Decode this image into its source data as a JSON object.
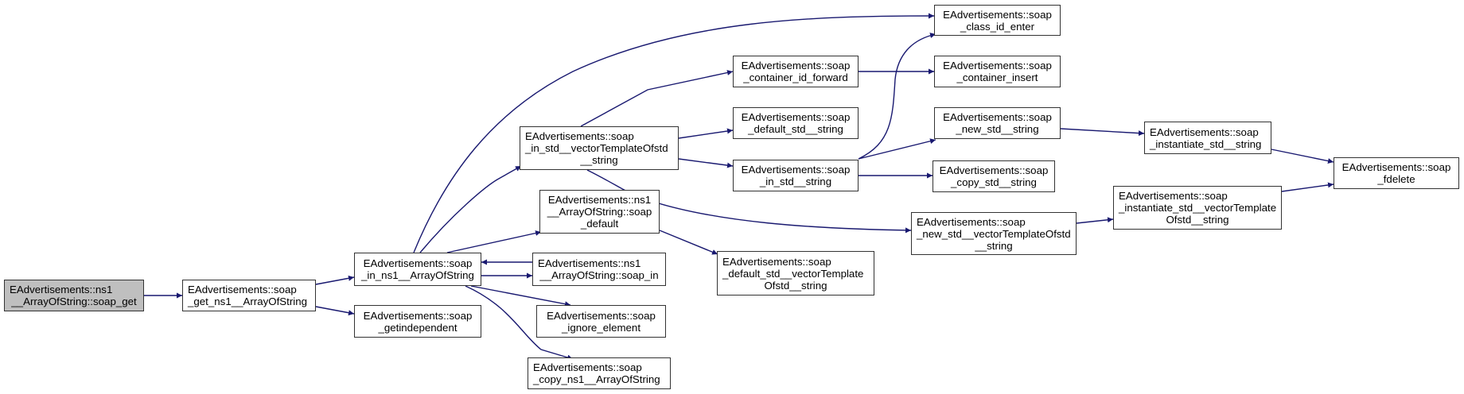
{
  "diagram": {
    "type": "call-graph",
    "edge_color": "#191970",
    "root_fill": "#bfbfbf",
    "node_fill": "#ffffff",
    "nodes": {
      "root": {
        "lines": [
          "EAdvertisements::ns1",
          "__ArrayOfString::soap_get"
        ],
        "align": [
          "l",
          "c"
        ]
      },
      "get_ns1": {
        "lines": [
          "EAdvertisements::soap",
          "_get_ns1__ArrayOfString"
        ],
        "align": [
          "l",
          "l"
        ]
      },
      "in_ns1": {
        "lines": [
          "EAdvertisements::soap",
          "_in_ns1__ArrayOfString"
        ],
        "align": [
          "c",
          "c"
        ]
      },
      "getindependent": {
        "lines": [
          "EAdvertisements::soap",
          "_getindependent"
        ],
        "align": [
          "c",
          "c"
        ]
      },
      "in_vector": {
        "lines": [
          "EAdvertisements::soap",
          "_in_std__vectorTemplateOfstd",
          "__string"
        ],
        "align": [
          "l",
          "l",
          "c"
        ]
      },
      "ns1_default": {
        "lines": [
          "EAdvertisements::ns1",
          "__ArrayOfString::soap",
          "_default"
        ],
        "align": [
          "c",
          "c",
          "c"
        ]
      },
      "ns1_soap_in": {
        "lines": [
          "EAdvertisements::ns1",
          "__ArrayOfString::soap_in"
        ],
        "align": [
          "l",
          "c"
        ]
      },
      "ignore_element": {
        "lines": [
          "EAdvertisements::soap",
          "_ignore_element"
        ],
        "align": [
          "c",
          "c"
        ]
      },
      "copy_ns1": {
        "lines": [
          "EAdvertisements::soap",
          "_copy_ns1__ArrayOfString"
        ],
        "align": [
          "l",
          "l"
        ]
      },
      "container_id_forward": {
        "lines": [
          "EAdvertisements::soap",
          "_container_id_forward"
        ],
        "align": [
          "c",
          "c"
        ]
      },
      "default_std_string": {
        "lines": [
          "EAdvertisements::soap",
          "_default_std__string"
        ],
        "align": [
          "c",
          "c"
        ]
      },
      "in_std_string": {
        "lines": [
          "EAdvertisements::soap",
          "_in_std__string"
        ],
        "align": [
          "c",
          "c"
        ]
      },
      "default_std_vector": {
        "lines": [
          "EAdvertisements::soap",
          "_default_std__vectorTemplate",
          "Ofstd__string"
        ],
        "align": [
          "l",
          "l",
          "c"
        ]
      },
      "class_id_enter": {
        "lines": [
          "EAdvertisements::soap",
          "_class_id_enter"
        ],
        "align": [
          "c",
          "c"
        ]
      },
      "container_insert": {
        "lines": [
          "EAdvertisements::soap",
          "_container_insert"
        ],
        "align": [
          "c",
          "c"
        ]
      },
      "new_std_string": {
        "lines": [
          "EAdvertisements::soap",
          "_new_std__string"
        ],
        "align": [
          "c",
          "c"
        ]
      },
      "copy_std_string": {
        "lines": [
          "EAdvertisements::soap",
          "_copy_std__string"
        ],
        "align": [
          "c",
          "c"
        ]
      },
      "new_std_vector": {
        "lines": [
          "EAdvertisements::soap",
          "_new_std__vectorTemplateOfstd",
          "__string"
        ],
        "align": [
          "l",
          "l",
          "c"
        ]
      },
      "instantiate_std_string": {
        "lines": [
          "EAdvertisements::soap",
          "_instantiate_std__string"
        ],
        "align": [
          "l",
          "l"
        ]
      },
      "instantiate_std_vector": {
        "lines": [
          "EAdvertisements::soap",
          "_instantiate_std__vectorTemplate",
          "Ofstd__string"
        ],
        "align": [
          "l",
          "l",
          "c"
        ]
      },
      "fdelete": {
        "lines": [
          "EAdvertisements::soap",
          "_fdelete"
        ],
        "align": [
          "c",
          "c"
        ]
      }
    },
    "edges": [
      [
        "root",
        "get_ns1"
      ],
      [
        "get_ns1",
        "in_ns1"
      ],
      [
        "get_ns1",
        "getindependent"
      ],
      [
        "in_ns1",
        "class_id_enter"
      ],
      [
        "in_ns1",
        "in_vector"
      ],
      [
        "in_ns1",
        "ns1_default"
      ],
      [
        "in_ns1",
        "ns1_soap_in"
      ],
      [
        "ns1_soap_in",
        "in_ns1"
      ],
      [
        "in_ns1",
        "ignore_element"
      ],
      [
        "in_ns1",
        "copy_ns1"
      ],
      [
        "in_vector",
        "container_id_forward"
      ],
      [
        "in_vector",
        "default_std_string"
      ],
      [
        "in_vector",
        "in_std_string"
      ],
      [
        "in_vector",
        "new_std_vector"
      ],
      [
        "ns1_default",
        "default_std_vector"
      ],
      [
        "container_id_forward",
        "container_insert"
      ],
      [
        "in_std_string",
        "class_id_enter"
      ],
      [
        "in_std_string",
        "new_std_string"
      ],
      [
        "in_std_string",
        "copy_std_string"
      ],
      [
        "new_std_string",
        "instantiate_std_string"
      ],
      [
        "new_std_vector",
        "instantiate_std_vector"
      ],
      [
        "instantiate_std_string",
        "fdelete"
      ],
      [
        "instantiate_std_vector",
        "fdelete"
      ]
    ]
  }
}
